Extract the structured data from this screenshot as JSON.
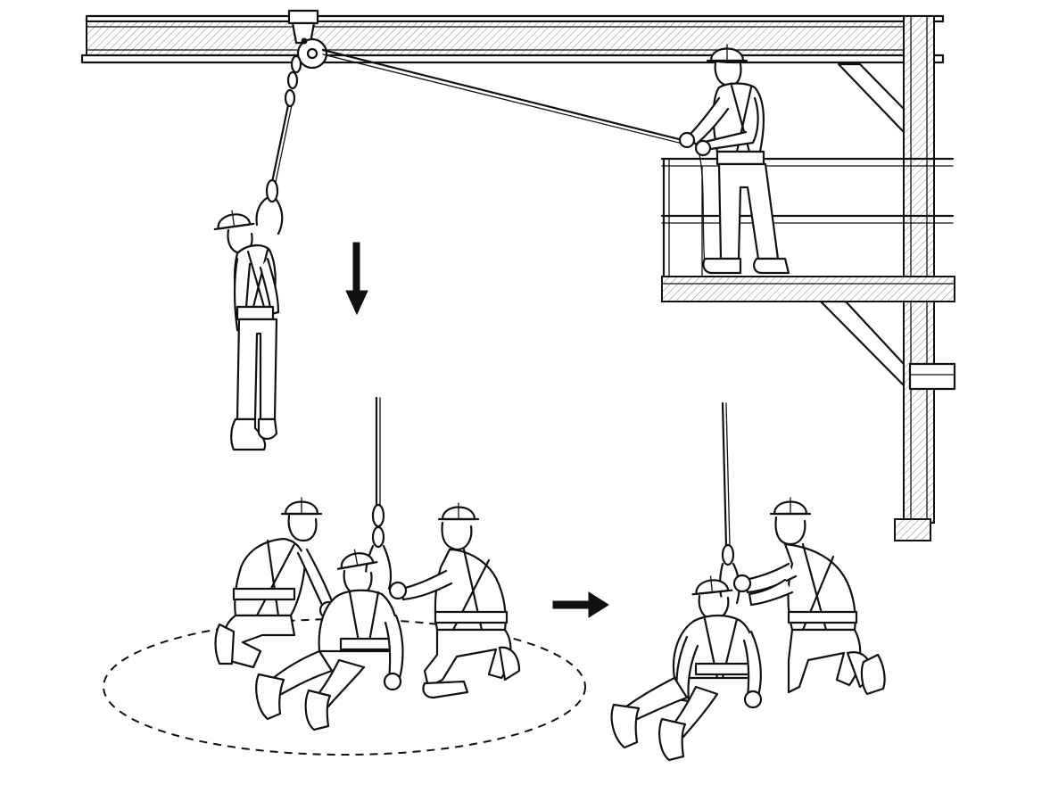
{
  "scene": {
    "panels": [
      "suspended-worker",
      "platform-operator",
      "ground-rescue-team",
      "recovery-seated"
    ],
    "arrows": [
      {
        "direction": "down"
      },
      {
        "direction": "right"
      }
    ],
    "colors": {
      "ink": "#111111",
      "paper": "#ffffff"
    }
  }
}
